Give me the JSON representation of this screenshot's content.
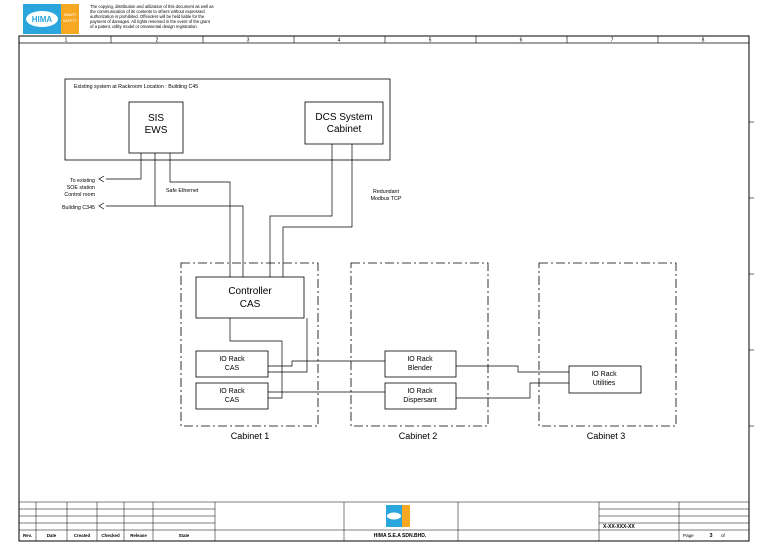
{
  "header": {
    "logo_text": "HIMA",
    "badge_line1": "SMART",
    "badge_line2": "SAFETY",
    "copyright_lines": [
      "The copying, distribution and utilization of this document as well as",
      "the communication of its contents to others without expressed",
      "authorization is prohibited. Offenders will be held liable for the",
      "payment of damages. All rights reserved in the event of the grant",
      "of a patent, utility model or ornamental design registration."
    ],
    "colors": {
      "logo_blue": "#2aa6dc",
      "badge_orange": "#f7a823"
    }
  },
  "grid_columns": [
    "1",
    "2",
    "3",
    "4",
    "5",
    "6",
    "7",
    "8"
  ],
  "diagram": {
    "existing_system_title": "Existing system at Rackroom Location : Building C45",
    "sis_ews": [
      "SIS",
      "EWS"
    ],
    "dcs_cabinet": [
      "DCS System",
      "Cabinet"
    ],
    "soe_note": [
      "To existing",
      "SOE station",
      "Control room",
      "Building C345"
    ],
    "safe_ethernet": "Safe Ethernet",
    "redundant_modbus": [
      "Redundant",
      "Modbus TCP"
    ],
    "controller": [
      "Controller",
      "CAS"
    ],
    "io_rack_cas_1": [
      "IO Rack",
      "CAS"
    ],
    "io_rack_cas_2": [
      "IO Rack",
      "CAS"
    ],
    "io_rack_blender": [
      "IO Rack",
      "Blender"
    ],
    "io_rack_dispersant": [
      "IO Rack",
      "Dispersant"
    ],
    "io_rack_utilities": [
      "IO Rack",
      "Utilities"
    ],
    "cabinet_1": "Cabinet 1",
    "cabinet_2": "Cabinet 2",
    "cabinet_3": "Cabinet 3"
  },
  "title_block": {
    "columns": [
      "Rev.",
      "Date",
      "Created",
      "Checked",
      "Release",
      "State"
    ],
    "company": "HIMA S.E.A SDN.BHD.",
    "doc_number": "X-XX-XXX-XX",
    "page_label": "Page",
    "page_number": "3",
    "of_label": "of"
  }
}
